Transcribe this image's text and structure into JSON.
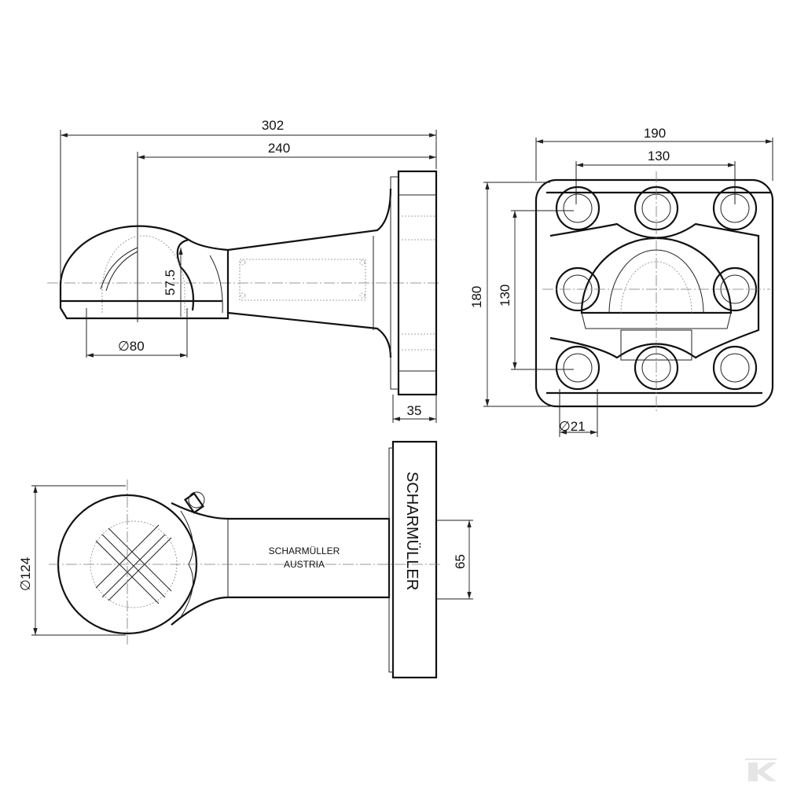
{
  "side_view": {
    "dim_overall": "302",
    "dim_length": "240",
    "dim_height": "57.5",
    "dim_ball": "∅80",
    "dim_flange": "35"
  },
  "front_view": {
    "dim_width": "190",
    "dim_hole_spacing_h": "130",
    "dim_height": "180",
    "dim_hole_spacing_v": "130",
    "dim_hole": "∅21"
  },
  "top_view": {
    "dim_ring": "∅124",
    "dim_body": "65",
    "flange_text": "SCHARMÜLLER",
    "plate_line1": "SCHARMÜLLER",
    "plate_line2": "AUSTRIA"
  },
  "logo": {
    "text": "K"
  }
}
